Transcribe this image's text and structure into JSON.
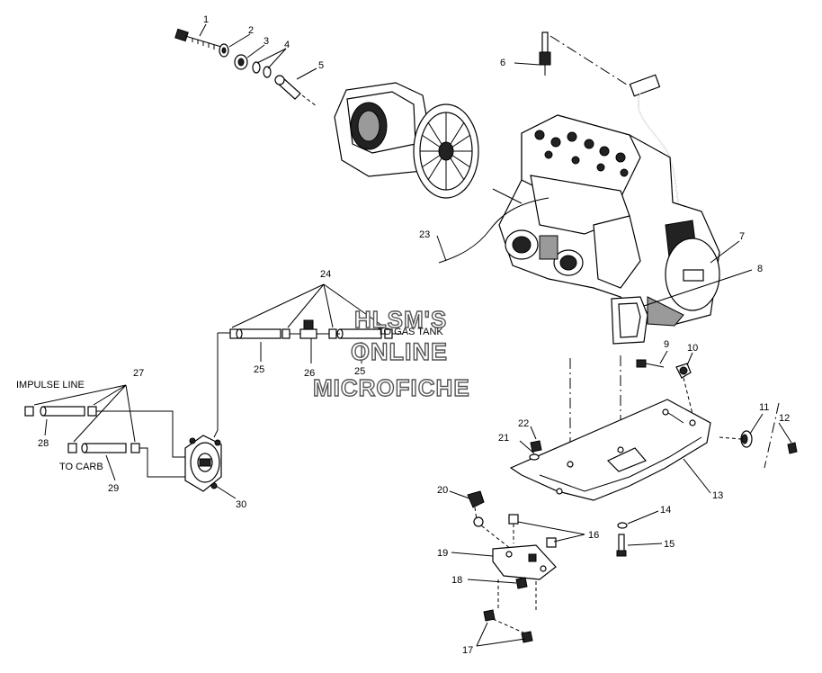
{
  "callouts": [
    {
      "id": "c1",
      "text": "1"
    },
    {
      "id": "c2",
      "text": "2"
    },
    {
      "id": "c3",
      "text": "3"
    },
    {
      "id": "c4",
      "text": "4"
    },
    {
      "id": "c5",
      "text": "5"
    },
    {
      "id": "c6",
      "text": "6"
    },
    {
      "id": "c7",
      "text": "7"
    },
    {
      "id": "c8",
      "text": "8"
    },
    {
      "id": "c9",
      "text": "9"
    },
    {
      "id": "c10",
      "text": "10"
    },
    {
      "id": "c11",
      "text": "11"
    },
    {
      "id": "c12",
      "text": "12"
    },
    {
      "id": "c13",
      "text": "13"
    },
    {
      "id": "c14",
      "text": "14"
    },
    {
      "id": "c15",
      "text": "15"
    },
    {
      "id": "c16",
      "text": "16"
    },
    {
      "id": "c17",
      "text": "17"
    },
    {
      "id": "c18",
      "text": "18"
    },
    {
      "id": "c19",
      "text": "19"
    },
    {
      "id": "c20",
      "text": "20"
    },
    {
      "id": "c21",
      "text": "21"
    },
    {
      "id": "c22",
      "text": "22"
    },
    {
      "id": "c23",
      "text": "23"
    },
    {
      "id": "c24",
      "text": "24"
    },
    {
      "id": "c25a",
      "text": "25"
    },
    {
      "id": "c25b",
      "text": "25"
    },
    {
      "id": "c26",
      "text": "26"
    },
    {
      "id": "c27",
      "text": "27"
    },
    {
      "id": "c28",
      "text": "28"
    },
    {
      "id": "c29",
      "text": "29"
    },
    {
      "id": "c30",
      "text": "30"
    }
  ],
  "labels": {
    "impulse_line": "IMPULSE LINE",
    "to_carb": "TO CARB",
    "to_gas_tank": "TO GAS TANK"
  },
  "watermark": {
    "line1": "HLSM'S",
    "line2": "ONLINE",
    "line3": "MICROFICHE"
  }
}
